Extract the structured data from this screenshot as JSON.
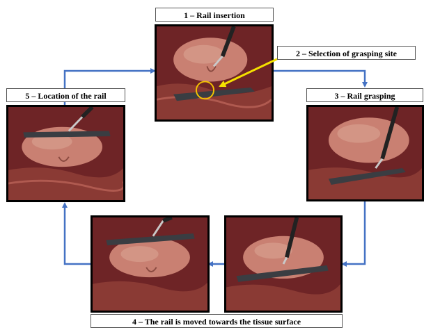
{
  "steps": {
    "s1": {
      "label": "1 – Rail insertion"
    },
    "s2": {
      "label": "2 – Selection of grasping site"
    },
    "s3": {
      "label": "3 – Rail grasping"
    },
    "s4": {
      "label": "4 – The rail is moved towards the tissue surface"
    },
    "s5": {
      "label": "5 – Location of the rail"
    }
  },
  "colors": {
    "arrow": "#4472c4",
    "pointer": "#f5e100",
    "highlight": "#f5c400",
    "tissue": "#7a2a2a",
    "kidney": "#c97f72",
    "rail": "#3a3d42"
  }
}
